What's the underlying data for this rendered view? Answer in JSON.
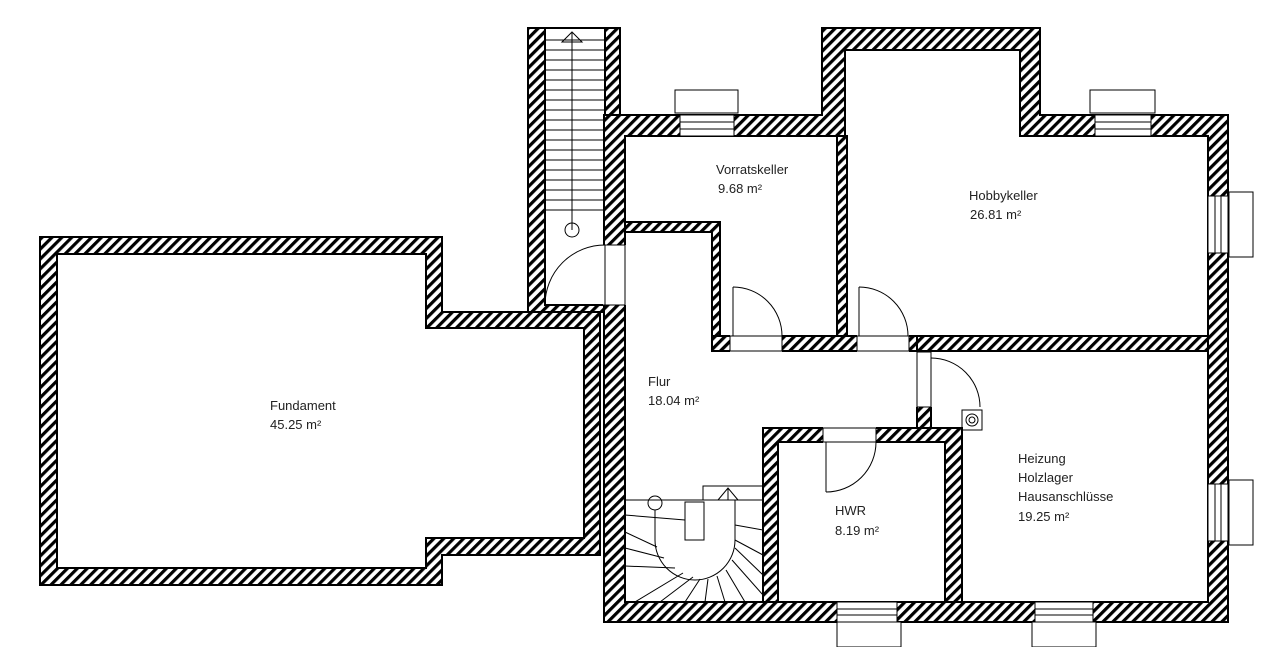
{
  "rooms": {
    "fundament": {
      "name": "Fundament",
      "area": "45.25 m²"
    },
    "vorratskeller": {
      "name": "Vorratskeller",
      "area": "9.68 m²"
    },
    "hobbykeller": {
      "name": "Hobbykeller",
      "area": "26.81 m²"
    },
    "flur": {
      "name": "Flur",
      "area": "18.04 m²"
    },
    "hwr": {
      "name": "HWR",
      "area": "8.19 m²"
    },
    "heizung": {
      "lines": [
        "Heizung",
        "Holzlager",
        "Hausanschlüsse"
      ],
      "area": "19.25 m²"
    }
  },
  "colors": {
    "wall_hatch": "#000000",
    "background": "#ffffff"
  }
}
